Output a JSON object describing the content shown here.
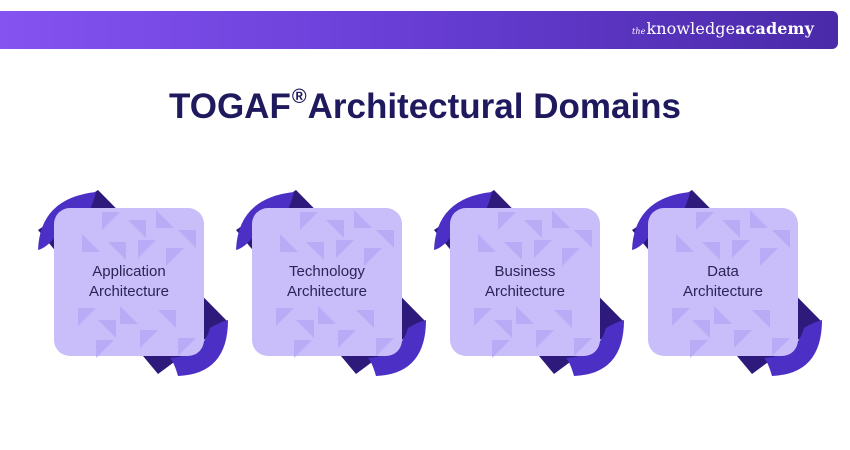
{
  "brand": {
    "the": "the",
    "knowledge": "knowledge",
    "academy": "academy"
  },
  "title": {
    "main": "TOGAF",
    "reg": "®",
    "rest": "Architectural Domains"
  },
  "domains": [
    {
      "line1": "Application",
      "line2": "Architecture"
    },
    {
      "line1": "Technology",
      "line2": "Architecture"
    },
    {
      "line1": "Business",
      "line2": "Architecture"
    },
    {
      "line1": "Data",
      "line2": "Architecture"
    }
  ],
  "colors": {
    "banner_start": "#8553f0",
    "banner_end": "#4a2aa8",
    "title": "#1f1a5e",
    "card_fill": "#c9befa",
    "card_dark": "#2d1a7a",
    "card_accent": "#4c2fc4"
  }
}
